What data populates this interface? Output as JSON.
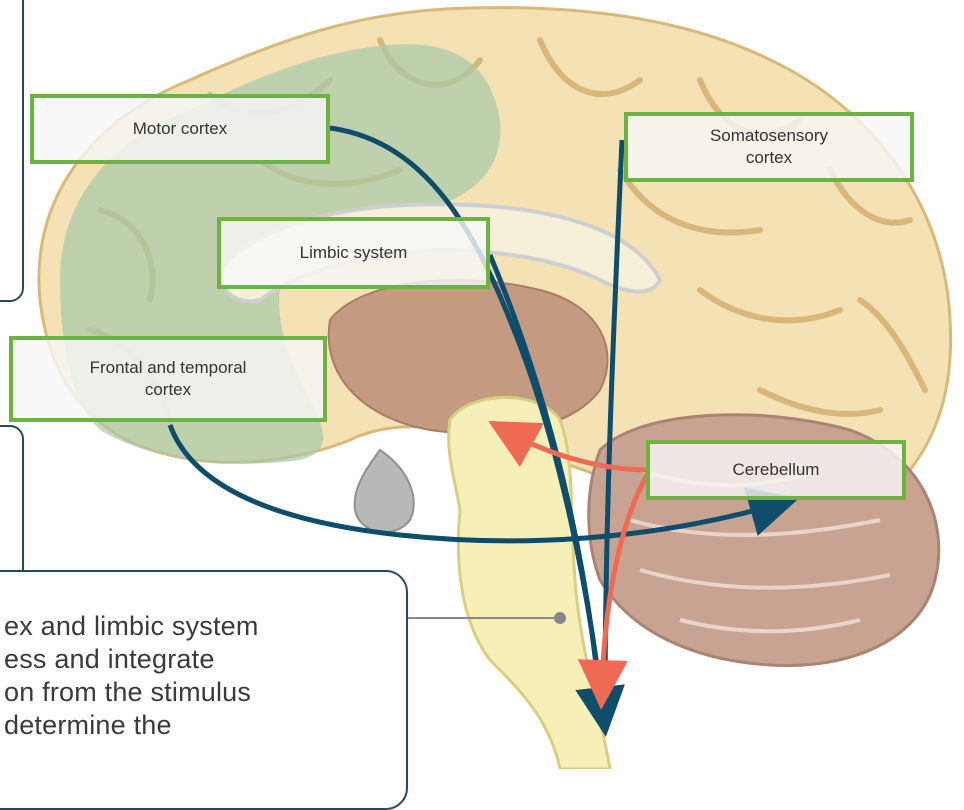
{
  "diagram": {
    "labels": {
      "motor_cortex": "Motor cortex",
      "somatosensory_cortex": "Somatosensory\ncortex",
      "limbic_system": "Limbic system",
      "frontal_temporal_cortex": "Frontal and temporal\ncortex",
      "cerebellum": "Cerebellum"
    },
    "panel_text": "ex and limbic system\ness and integrate\non from the stimulus\n determine the",
    "colors": {
      "label_border": "#6db33f",
      "pathway_dark": "#0e4d6c",
      "pathway_red": "#ef6a52",
      "brain_cortex": "#f4e2b4",
      "brainstem": "#f6f0b8",
      "cerebellum": "#c9a391",
      "highlight_green": "#a8c9a8"
    }
  }
}
